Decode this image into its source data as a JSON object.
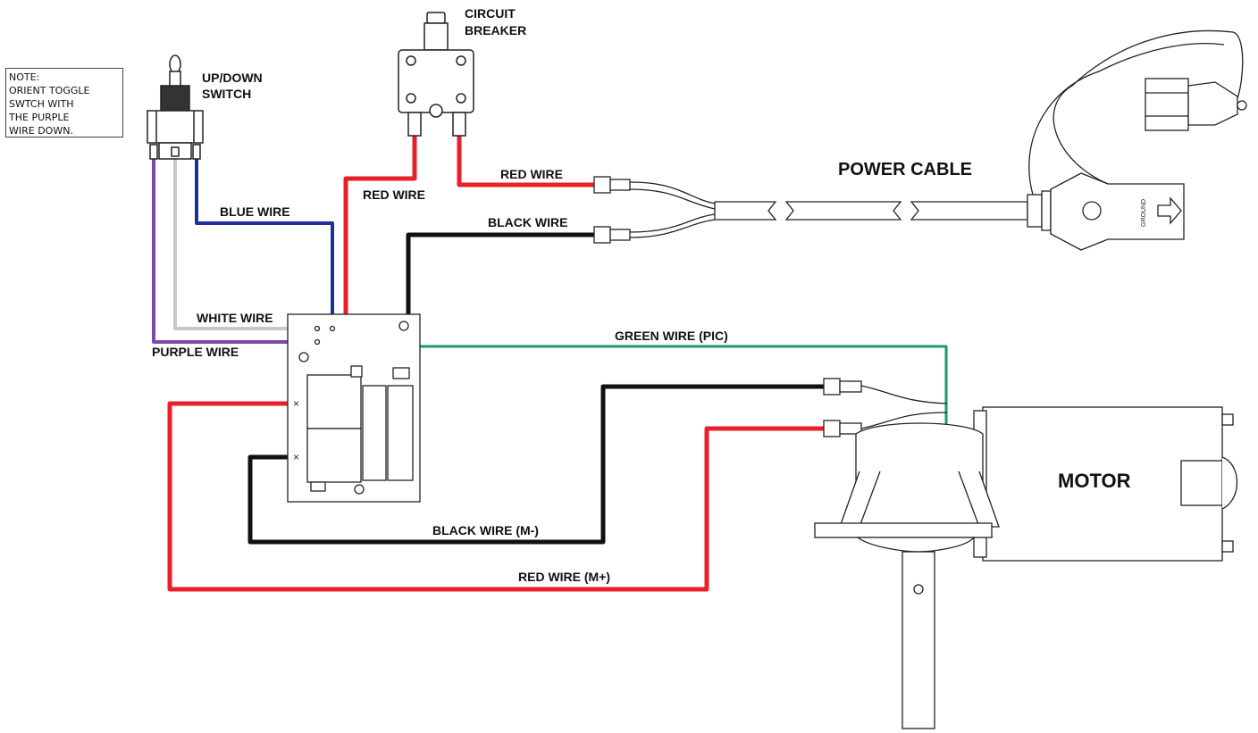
{
  "note": {
    "lines": [
      "NOTE:",
      "ORIENT TOGGLE",
      "SWTCH WITH",
      "THE PURPLE",
      "WIRE DOWN."
    ]
  },
  "labels": {
    "updown_switch": [
      "UP/DOWN",
      "SWITCH"
    ],
    "circuit_breaker": [
      "CIRCUIT",
      "BREAKER"
    ],
    "power_cable": "POWER CABLE",
    "motor": "MOTOR",
    "red_wire_breaker": "RED WIRE",
    "red_wire_power": "RED WIRE",
    "black_wire_power": "BLACK WIRE",
    "blue_wire": "BLUE WIRE",
    "white_wire": "WHITE WIRE",
    "purple_wire": "PURPLE WIRE",
    "green_wire": "GREEN WIRE (PIC)",
    "black_wire_motor": "BLACK WIRE (M-)",
    "red_wire_motor": "RED WIRE (M+)"
  },
  "colors": {
    "red": "#e8202a",
    "black": "#111111",
    "blue": "#1f2f9a",
    "white_wire": "#c8c8c8",
    "purple": "#7a4aa8",
    "green": "#1a9a7a",
    "outline": "#222222"
  }
}
